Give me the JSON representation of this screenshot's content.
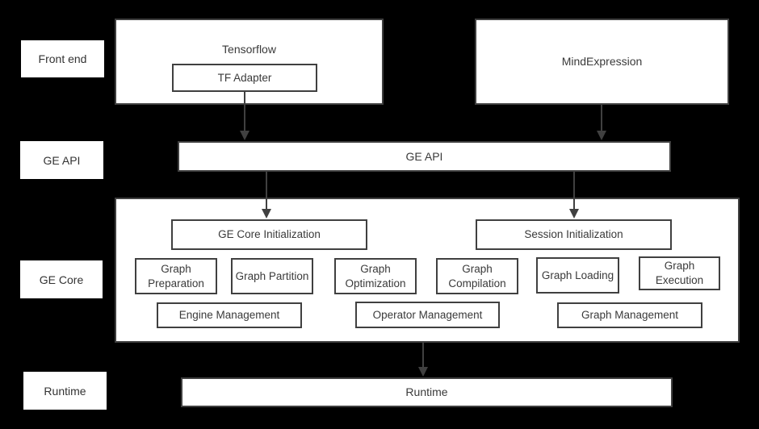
{
  "colors": {
    "background": "#000000",
    "box_fill": "#ffffff",
    "border": "#404040",
    "text": "#3a3a3a",
    "arrow": "#404040"
  },
  "row_labels": {
    "front_end": "Front end",
    "ge_api": "GE API",
    "ge_core": "GE Core",
    "runtime": "Runtime"
  },
  "frontend": {
    "tensorflow": "Tensorflow",
    "tf_adapter": "TF Adapter",
    "mindexpression": "MindExpression"
  },
  "ge_api_bar": {
    "label": "GE API"
  },
  "ge_core": {
    "init_boxes": {
      "core_init": "GE Core Initialization",
      "session_init": "Session Initialization"
    },
    "process_boxes": [
      "Graph Preparation",
      "Graph Partition",
      "Graph Optimization",
      "Graph Compilation",
      "Graph Loading",
      "Graph Execution"
    ],
    "management_boxes": [
      "Engine Management",
      "Operator Management",
      "Graph Management"
    ]
  },
  "runtime_bar": {
    "label": "Runtime"
  }
}
